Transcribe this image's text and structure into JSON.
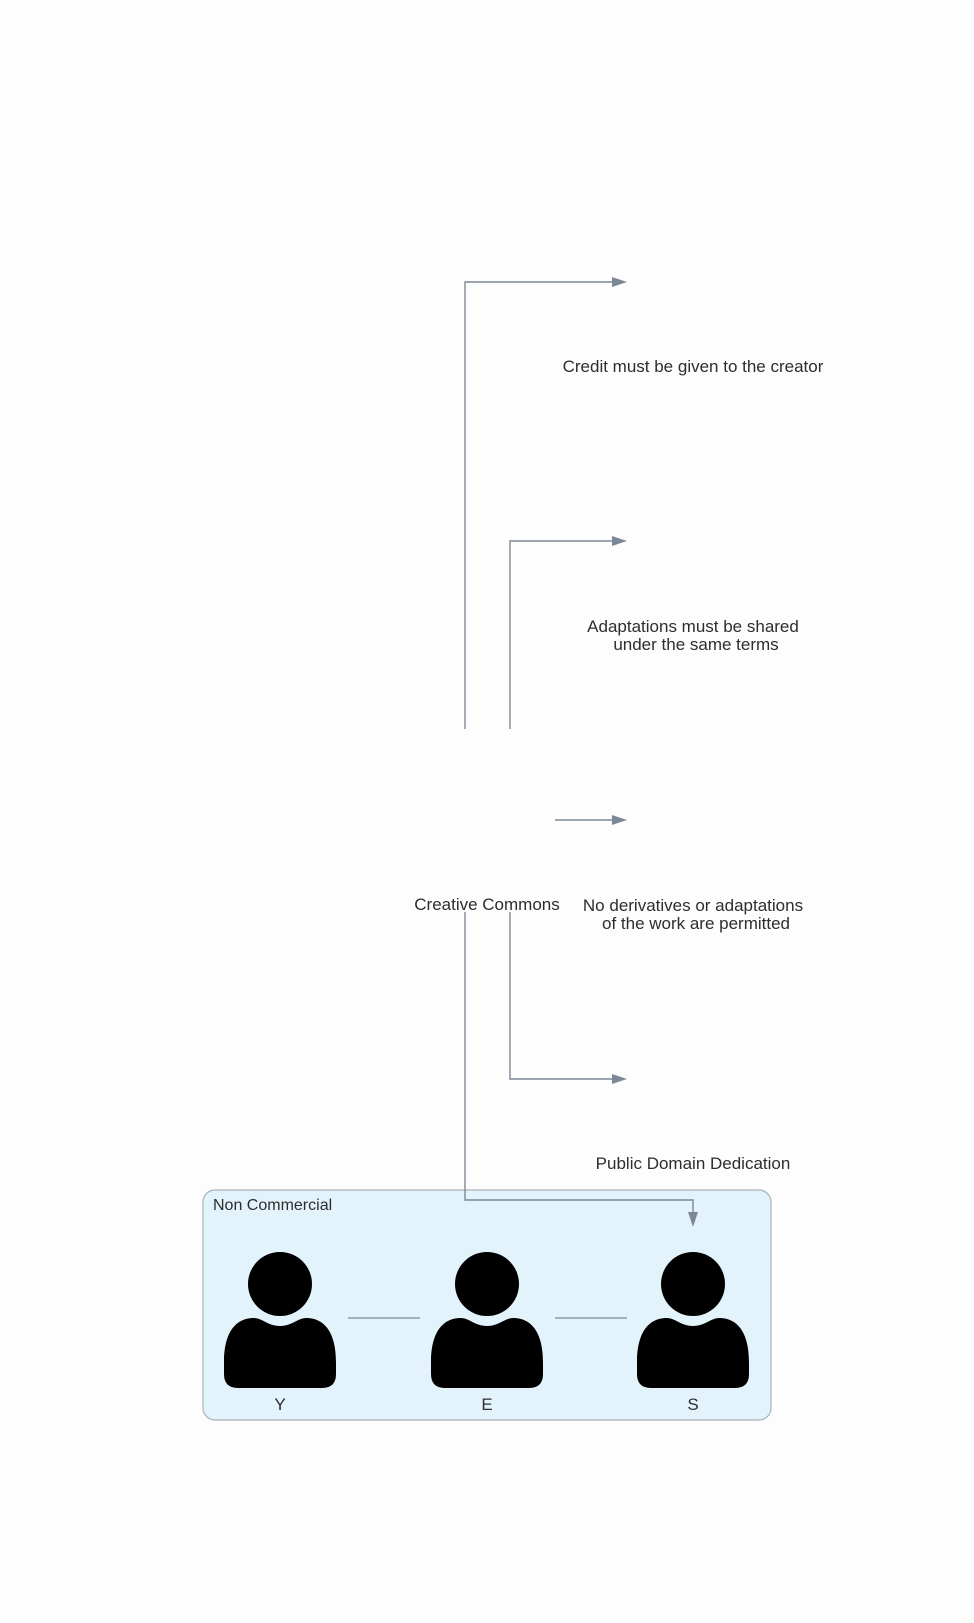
{
  "nodes": {
    "root": {
      "label": "Creative Commons"
    },
    "by": {
      "label": "Credit must be given to the creator"
    },
    "sa": {
      "line1": "Adaptations must be shared",
      "line2": "under the same terms"
    },
    "nd": {
      "line1": "No derivatives or adaptations",
      "line2": "of the work are permitted"
    },
    "zero": {
      "label": "Public Domain Dedication"
    }
  },
  "cluster": {
    "label": "Non Commercial",
    "members": [
      {
        "label": "Y",
        "icon": "user-icon"
      },
      {
        "label": "E",
        "icon": "user-icon"
      },
      {
        "label": "S",
        "icon": "user-icon"
      }
    ]
  },
  "colors": {
    "edge": "#7d8896",
    "cluster_fill": "#e3f3fb",
    "cluster_border": "#a9b2bb",
    "text": "#2d2d2d",
    "icon": "#000000"
  }
}
